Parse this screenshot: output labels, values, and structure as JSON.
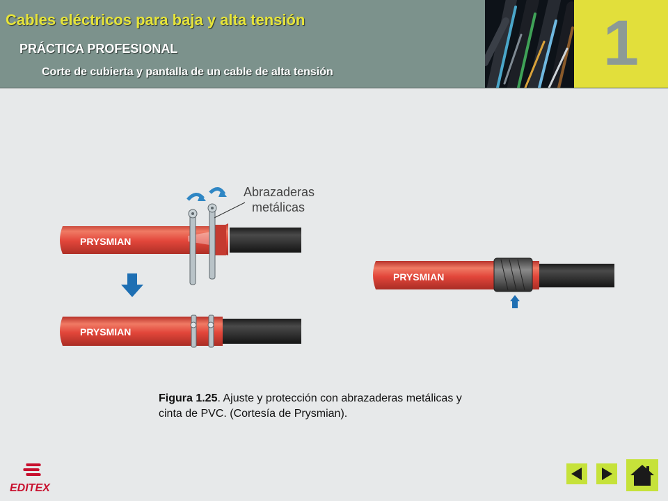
{
  "header": {
    "title": "Cables eléctricos para baja y alta tensión",
    "subtitle": "PRÁCTICA PROFESIONAL",
    "section": "Corte de cubierta y pantalla de un cable de alta tensión",
    "chapter_number": "1"
  },
  "figure": {
    "callout_label_line1": "Abrazaderas",
    "callout_label_line2": "metálicas",
    "cable_brand": "PRYSMIAN"
  },
  "caption": {
    "figure_ref": "Figura 1.25",
    "text_line1": ". Ajuste y protección con abrazaderas metálicas y",
    "text_line2": "cinta de PVC. (Cortesía de Prysmian)."
  },
  "logo": {
    "text": "EDITEX",
    "color": "#c8102e"
  },
  "nav": {
    "prev_icon": "triangle-left-icon",
    "next_icon": "triangle-right-icon",
    "home_icon": "house-icon"
  },
  "colors": {
    "header_bg": "#7c928c",
    "title": "#e6e43a",
    "chapter_box": "#e2df3b",
    "cable_red": "#e2463a",
    "cable_dark": "#2a2a2a",
    "arrow_blue": "#1e6fb3",
    "nav_green": "#c6e23a"
  }
}
